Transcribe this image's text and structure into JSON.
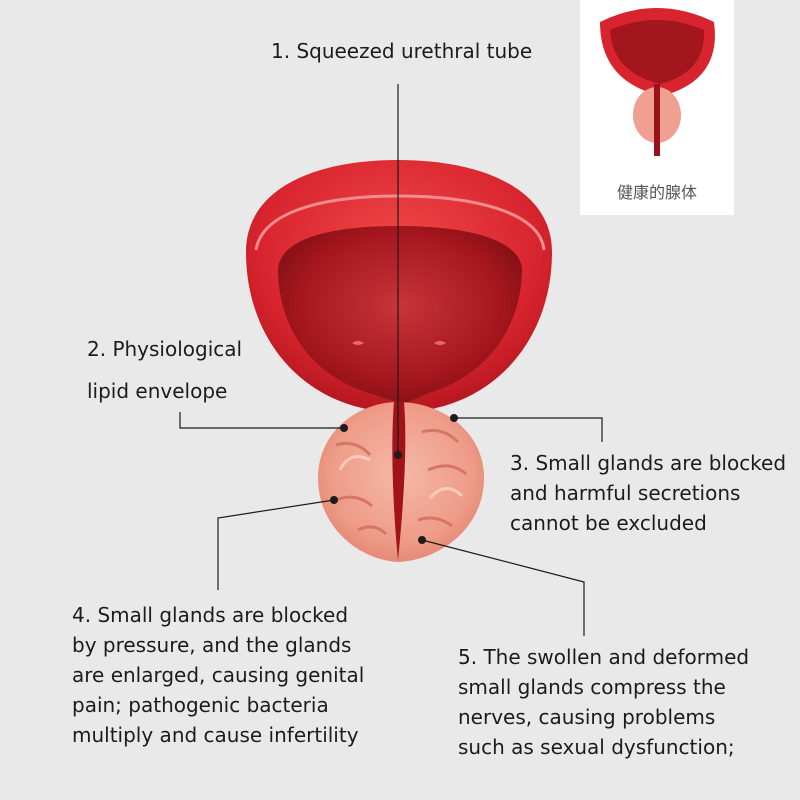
{
  "colors": {
    "background": "#e9e9e9",
    "bladder_outer": "#d8242e",
    "bladder_inner": "#a4161d",
    "prostate": "#f0a090",
    "leader_line": "#1c1c1c"
  },
  "inset": {
    "caption": "健康的腺体"
  },
  "labels": {
    "label1": [
      "1. Squeezed urethral tube"
    ],
    "label2": [
      "2. Physiological",
      "lipid envelope"
    ],
    "label3": [
      "3. Small glands are blocked",
      "and harmful secretions",
      "cannot be excluded"
    ],
    "label4": [
      "4. Small glands are blocked",
      "by pressure, and the glands",
      "are enlarged, causing genital",
      "pain; pathogenic bacteria",
      "multiply and cause infertility"
    ],
    "label5": [
      "5. The swollen and deformed",
      "small glands compress the",
      "nerves, causing problems",
      "such as sexual dysfunction;"
    ]
  }
}
